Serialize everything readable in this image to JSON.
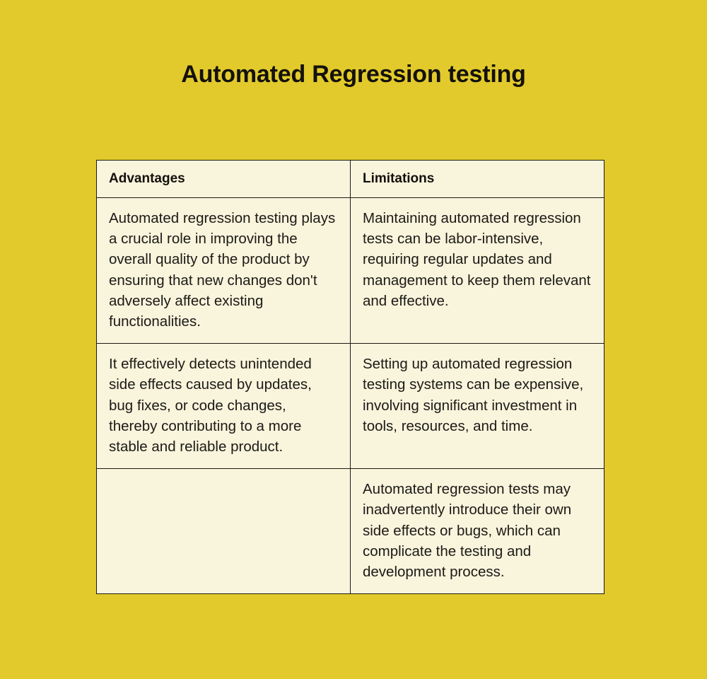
{
  "page": {
    "title": "Automated Regression testing",
    "background_color": "#e2ca2c",
    "table_background_color": "#f9f4dc",
    "border_color": "#1d1a12",
    "text_color": "#1b1a16"
  },
  "table": {
    "headers": [
      "Advantages",
      "Limitations"
    ],
    "rows": [
      {
        "advantages": "Automated regression testing plays a crucial role in improving the overall quality of the product by ensuring that new changes don't adversely affect existing functionalities.",
        "limitations": "Maintaining automated regression tests can be labor-intensive, requiring regular updates and management to keep them relevant and effective."
      },
      {
        "advantages": "It effectively detects unintended side effects caused by updates, bug fixes, or code changes, thereby contributing to a more stable and reliable product.",
        "limitations": "Setting up automated regression testing systems can be expensive, involving significant investment in tools, resources, and time."
      },
      {
        "advantages": "",
        "limitations": "Automated regression tests may inadvertently introduce their own side effects or bugs, which can complicate the testing and development process."
      }
    ]
  }
}
